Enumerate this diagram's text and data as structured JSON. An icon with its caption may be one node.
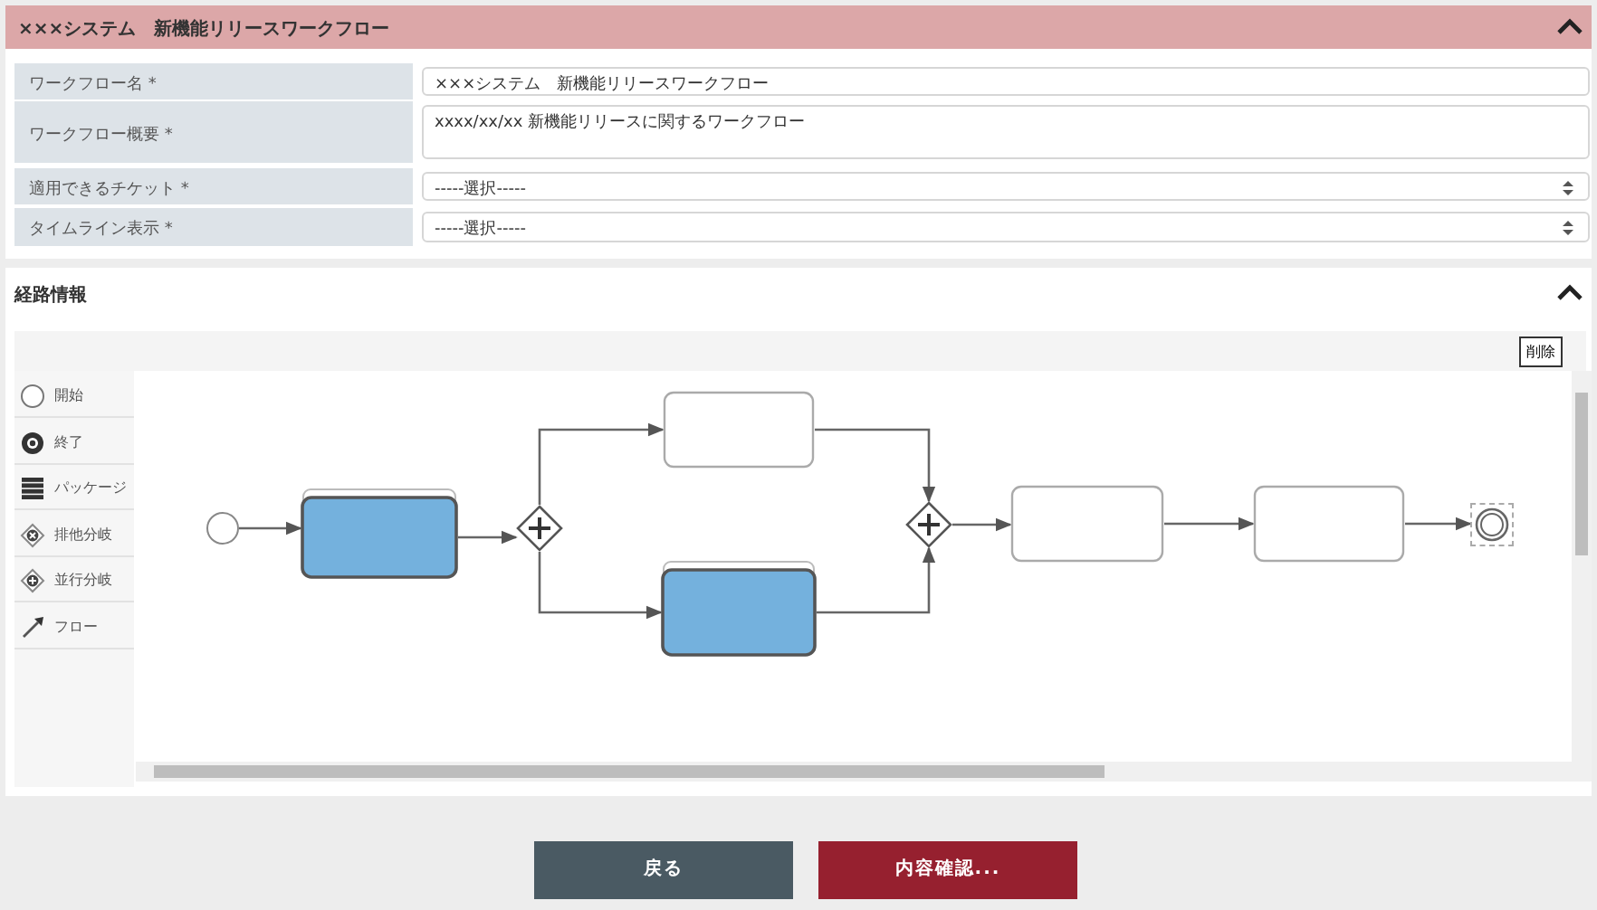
{
  "diagram": {
    "title": "×××システム　新機能リリースワークフロー",
    "nodes": [
      {
        "text": [],
        "shape": "circle"
      },
      {
        "text": [],
        "shape": "box"
      },
      {
        "text": [],
        "shape": "diamond"
      },
      {
        "text": [],
        "shape": "box"
      },
      {
        "text": [],
        "shape": "box"
      },
      {
        "text": [],
        "shape": "diamond"
      },
      {
        "text": [],
        "shape": "box"
      },
      {
        "text": [],
        "shape": "box"
      },
      {
        "text": [],
        "shape": "circle"
      }
    ],
    "edges": [
      {
        "from": 0,
        "to": 1,
        "arrow": "to"
      },
      {
        "from": 1,
        "to": 2,
        "arrow": "to"
      },
      {
        "from": 2,
        "to": 3,
        "arrow": "to"
      },
      {
        "from": 2,
        "to": 4,
        "arrow": "to"
      },
      {
        "from": 3,
        "to": 5,
        "arrow": "to"
      },
      {
        "from": 4,
        "to": 5,
        "arrow": "to"
      },
      {
        "from": 5,
        "to": 6,
        "arrow": "to"
      },
      {
        "from": 6,
        "to": 7,
        "arrow": "to"
      },
      {
        "from": 7,
        "to": 8,
        "arrow": "to"
      }
    ],
    "labels": [
      "ワークフロー名 *",
      "×××システム　新機能リリースワークフロー",
      "ワークフロー概要 *",
      "xxxx/xx/xx 新機能リリースに関するワークフロー",
      "適用できるチケット *",
      "-----選択-----",
      "タイムライン表示 *",
      "-----選択-----",
      "経路情報",
      "削除",
      "開始",
      "終了",
      "パッケージ",
      "排他分岐",
      "並行分岐",
      "フロー",
      "戻る",
      "内容確認..."
    ]
  }
}
